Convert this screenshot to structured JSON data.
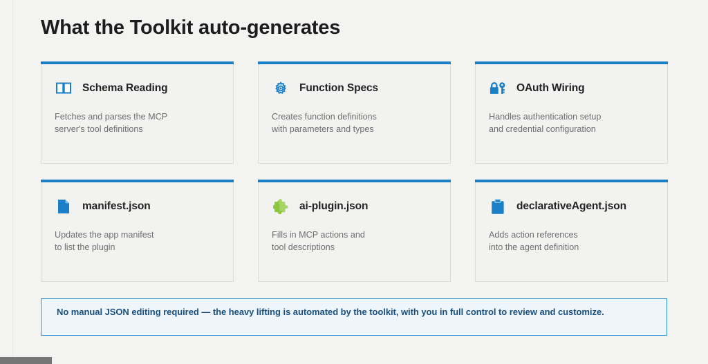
{
  "slide": {
    "title": "What the Toolkit auto-generates",
    "background_color": "#f3f3f2",
    "accent_color": "#1a7fc6"
  },
  "cards": [
    {
      "icon": "open-book-icon",
      "icon_color": "#1a7fc6",
      "title": "Schema Reading",
      "description": "Fetches and parses the MCP\nserver's tool definitions"
    },
    {
      "icon": "gear-icon",
      "icon_color": "#1a7fc6",
      "title": "Function Specs",
      "description": "Creates function definitions\nwith parameters and types"
    },
    {
      "icon": "lock-key-icon",
      "icon_color": "#1a7fc6",
      "title": "OAuth Wiring",
      "description": "Handles authentication setup\nand credential configuration"
    },
    {
      "icon": "document-icon",
      "icon_color": "#1a7fc6",
      "title": "manifest.json",
      "description": "Updates the app manifest\nto list the plugin"
    },
    {
      "icon": "puzzle-piece-icon",
      "icon_color": "#8cc63f",
      "title": "ai-plugin.json",
      "description": "Fills in MCP actions and\ntool descriptions"
    },
    {
      "icon": "clipboard-icon",
      "icon_color": "#1a7fc6",
      "title": "declarativeAgent.json",
      "description": "Adds action references\ninto the agent definition"
    }
  ],
  "footer": {
    "text": "No manual JSON editing required — the heavy lifting is automated by the toolkit, with you in full control to review and customize.",
    "border_color": "#2e8bc9",
    "background_color": "#eef6fc",
    "text_color": "#1b4f7e"
  }
}
